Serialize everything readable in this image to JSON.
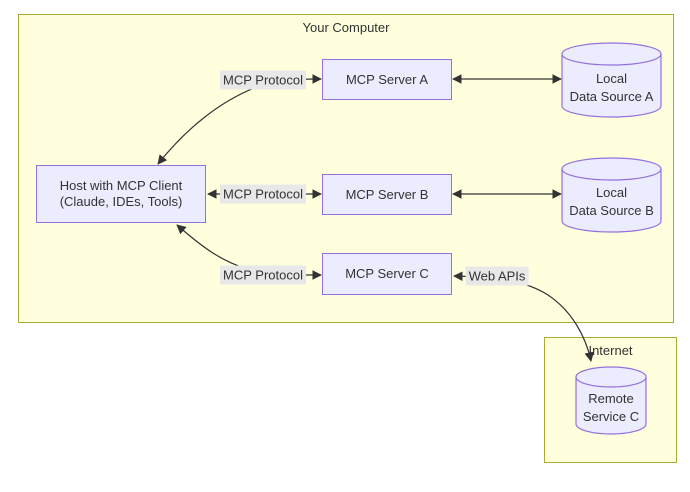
{
  "clusters": {
    "your_computer": {
      "label": "Your Computer"
    },
    "internet": {
      "label": "Internet"
    }
  },
  "nodes": {
    "host": {
      "line1": "Host with MCP Client",
      "line2": "(Claude, IDEs, Tools)"
    },
    "server_a": {
      "label": "MCP Server A"
    },
    "server_b": {
      "label": "MCP Server B"
    },
    "server_c": {
      "label": "MCP Server C"
    },
    "data_source_a": {
      "line1": "Local",
      "line2": "Data Source A"
    },
    "data_source_b": {
      "line1": "Local",
      "line2": "Data Source B"
    },
    "remote_service_c": {
      "line1": "Remote",
      "line2": "Service C"
    }
  },
  "edges": {
    "host_server_a": {
      "label": "MCP Protocol"
    },
    "host_server_b": {
      "label": "MCP Protocol"
    },
    "host_server_c": {
      "label": "MCP Protocol"
    },
    "server_c_remote_service": {
      "label": "Web APIs"
    }
  },
  "colors": {
    "node_fill": "#ECECFF",
    "node_border": "#9370DB",
    "cluster_fill": "#ffffde",
    "cluster_border": "#aaaa33",
    "edge_label_bg": "#e8e8e8",
    "edge_line": "#333333",
    "text": "#333333"
  }
}
